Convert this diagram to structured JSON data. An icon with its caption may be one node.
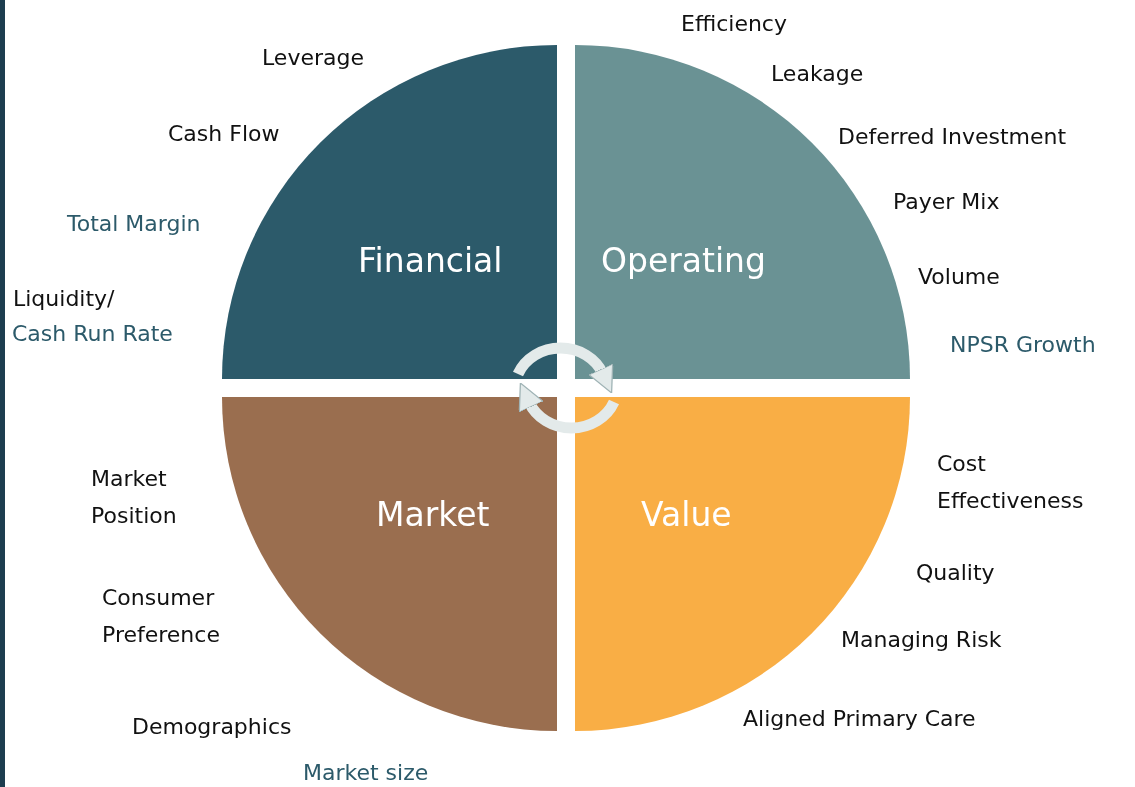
{
  "diagram": {
    "nodes": [
      {
        "text": [
          "Financial"
        ]
      },
      {
        "text": [
          "Operating"
        ]
      },
      {
        "text": [
          "Market"
        ]
      },
      {
        "text": [
          "Value"
        ]
      }
    ],
    "edges": [
      {
        "from": 0,
        "to": 1,
        "arrow": "to"
      },
      {
        "from": 3,
        "to": 2,
        "arrow": "to"
      }
    ],
    "labels": [
      "Efficiency",
      "Leverage",
      "Leakage",
      "Cash Flow",
      "Deferred Investment",
      "Payer Mix",
      "Total Margin",
      "Volume",
      "Liquidity/",
      "Cash Run Rate",
      "NPSR Growth",
      "Cost Effectiveness",
      "Market Position",
      "Quality",
      "Consumer Preference",
      "Managing Risk",
      "Aligned Primary Care",
      "Demographics",
      "Market size"
    ]
  }
}
